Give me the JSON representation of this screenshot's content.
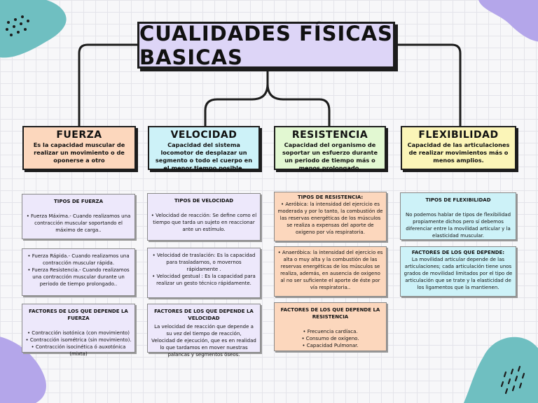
{
  "title": "Cualidades físicas basicas",
  "colors": {
    "title_bg": "#ddd5f7",
    "fuerza": "#fcd7bd",
    "velocidad": "#cdf2f8",
    "resistencia": "#e2f8d2",
    "flexibilidad": "#fbf5b8",
    "sub_box": "#ede8fb",
    "deco_teal": "#6fbfc1",
    "deco_purple": "#b4a6ea"
  },
  "columns": [
    {
      "title": "Fuerza",
      "description": "Es la capacidad muscular de realizar un movimiento o de oponerse a otro",
      "boxes": [
        {
          "title": "TIPOS DE FUERZA",
          "lines": [
            "• Fuerza Máxima.- Cuando realizamos una contracción muscular soportando el máximo de carga.."
          ]
        },
        {
          "title": "",
          "lines": [
            "• Fuerza Rápida.- Cuando realizamos una contracción muscular rápida.",
            "• Fuerza Resistencia.- Cuando realizamos una contracción muscular durante un periodo de tiempo prolongado.."
          ]
        },
        {
          "title": "FACTORES DE LOS QUE DEPENDE LA FUERZA",
          "lines": [
            "• Contracción isotónica (con movimiento)",
            "• Contracción isométrica (sin movimiento).",
            "• Contracción isocinética ó auxotónica (mixta)"
          ]
        }
      ]
    },
    {
      "title": "Velocidad",
      "description": "Capacidad del sistema locomotor de desplazar un segmento o todo el cuerpo en el menor tiempo posible.",
      "boxes": [
        {
          "title": "TIPOS DE VELOCIDAD",
          "lines": [
            "• Velocidad de reacción: Se define como el tiempo que tarda un sujeto en reaccionar ante un estímulo."
          ]
        },
        {
          "title": "",
          "lines": [
            "• Velocidad de traslación: Es la capacidad para trasladarnos, o movernos rápidamente .",
            "• Velocidad gestual : Es la capacidad para realizar un gesto técnico rápidamente."
          ]
        },
        {
          "title": "FACTORES DE LOS QUE DEPENDE LA VELOCIDAD",
          "lines": [
            "La velocidad de reacción que depende a su vez del tiempo de reacción,",
            "Velocidad de ejecución, que es en realidad lo que tardamos en mover nuestras palancas y segmentos óseos."
          ]
        }
      ]
    },
    {
      "title": "Resistencia",
      "description": "Capacidad del organismo de soportar un esfuerzo durante un periodo de tiempo más o menos prolongado.",
      "boxes": [
        {
          "title": "TIPOS DE RESISTENCIA:",
          "lines": [
            "• Aeróbica: la intensidad del ejercicio es moderada y por lo tanto, la combustión de las reservas energéticas de los músculos se realiza a expensas del aporte de oxigeno por vía respiratoria."
          ]
        },
        {
          "title": "",
          "lines": [
            "• Anaeróbica: la intensidad del ejercicio es alta o muy alta y la combustión de las reservas energéticas de los músculos se realiza, además, en ausencia de oxigeno al no ser suficiente el aporte de éste por vía respiratoria.."
          ]
        },
        {
          "title": "FACTORES DE LOS QUE DEPENDE LA RESISTENCIA",
          "lines": [
            "• Frecuencia cardíaca.",
            "• Consumo de oxígeno.",
            "• Capacidad Pulmonar."
          ]
        }
      ]
    },
    {
      "title": "Flexibilidad",
      "description": "Capacidad de las articulaciones de realizar movimientos más o menos amplios.",
      "boxes": [
        {
          "title": "TIPOS DE FLEXIBILIDAD",
          "lines": [
            "No podemos hablar de tipos de flexibilidad propiamente dichos pero sí debemos diferenciar entre la movilidad articular y la elasticidad muscular."
          ]
        },
        {
          "title": "FACTORES DE LOS QUE DEPENDE:",
          "lines": [
            "La movilidad articular depende de las articulaciones; cada articulación tiene unos grados de movilidad limitados por el tipo de articulación que se trate y la elasticidad de los ligamentos que la mantienen."
          ]
        }
      ]
    }
  ]
}
